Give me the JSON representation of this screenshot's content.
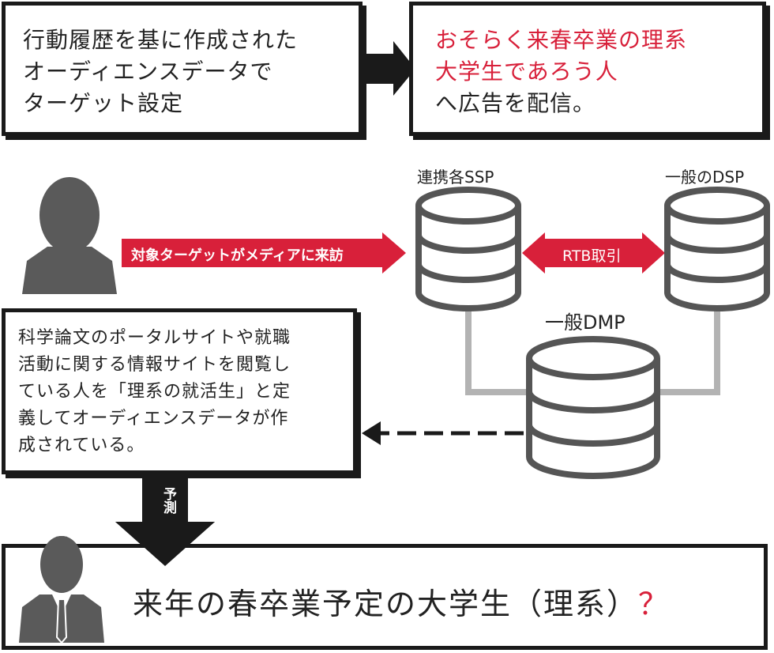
{
  "top_left_box": {
    "lines": [
      "行動履歴を基に作成された",
      "オーディエンスデータで",
      "ターゲット設定"
    ]
  },
  "top_right_box": {
    "red_lines": [
      "おそらく来春卒業の理系",
      "大学生であろう人"
    ],
    "black_line": "へ広告を配信。"
  },
  "labels": {
    "ssp": "連携各SSP",
    "dsp": "一般のDSP",
    "dmp": "一般DMP",
    "visit_arrow": "対象ターゲットがメディアに来訪",
    "rtb_arrow": "RTB取引",
    "predict": "予測"
  },
  "middle_box": {
    "lines": [
      "科学論文のポータルサイトや就職",
      "活動に関する情報サイトを閲覧し",
      "ている人を「理系の就活生」と定",
      "義してオーディエンスデータが作",
      "成されている。"
    ]
  },
  "bottom_box": {
    "text": "来年の春卒業予定の大学生（理系）",
    "question": "？"
  },
  "colors": {
    "accent": "#d8203a",
    "dark": "#1a1a1a",
    "icon": "#5a5a5a",
    "connector": "#b3b3b3"
  }
}
